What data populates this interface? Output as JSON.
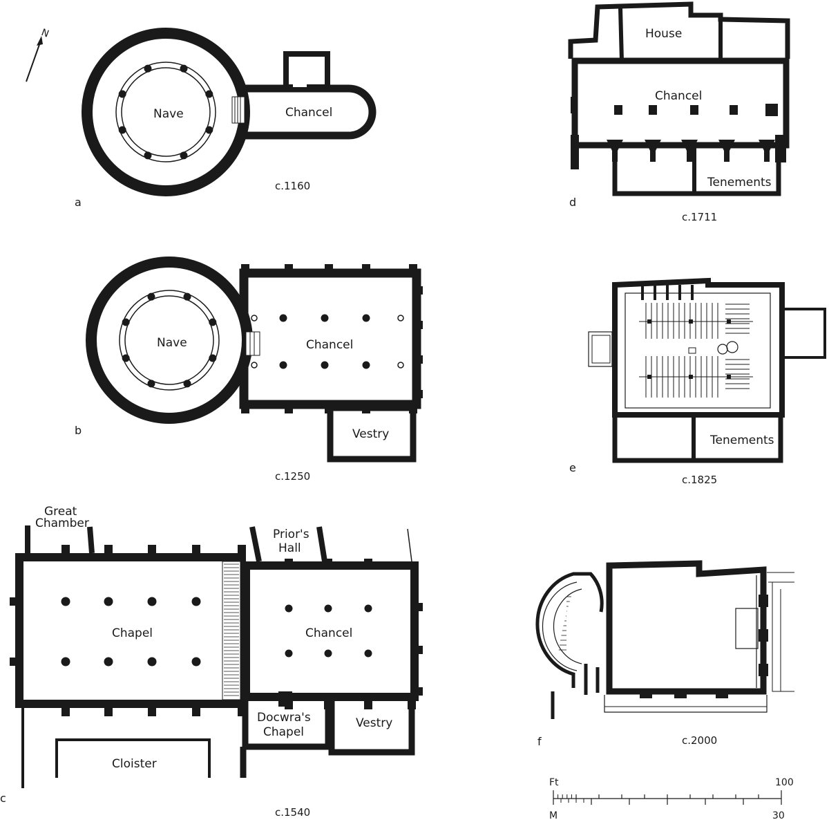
{
  "north": "N",
  "plan_a": {
    "panel": "a",
    "date": "c.1160",
    "nave": "Nave",
    "chancel": "Chancel"
  },
  "plan_b": {
    "panel": "b",
    "date": "c.1250",
    "nave": "Nave",
    "chancel": "Chancel",
    "vestry": "Vestry"
  },
  "plan_c": {
    "panel": "c",
    "date": "c.1540",
    "great_chamber_1": "Great",
    "great_chamber_2": "Chamber",
    "priors_hall_1": "Prior's",
    "priors_hall_2": "Hall",
    "chapel": "Chapel",
    "chancel": "Chancel",
    "docwra_1": "Docwra's",
    "docwra_2": "Chapel",
    "vestry": "Vestry",
    "cloister": "Cloister"
  },
  "plan_d": {
    "panel": "d",
    "date": "c.1711",
    "house": "House",
    "chancel": "Chancel",
    "tenements": "Tenements"
  },
  "plan_e": {
    "panel": "e",
    "date": "c.1825",
    "tenements": "Tenements"
  },
  "plan_f": {
    "panel": "f",
    "date": "c.2000"
  },
  "scale": {
    "ft_label": "Ft",
    "ft_max": "100",
    "m_label": "M",
    "m_max": "30"
  }
}
